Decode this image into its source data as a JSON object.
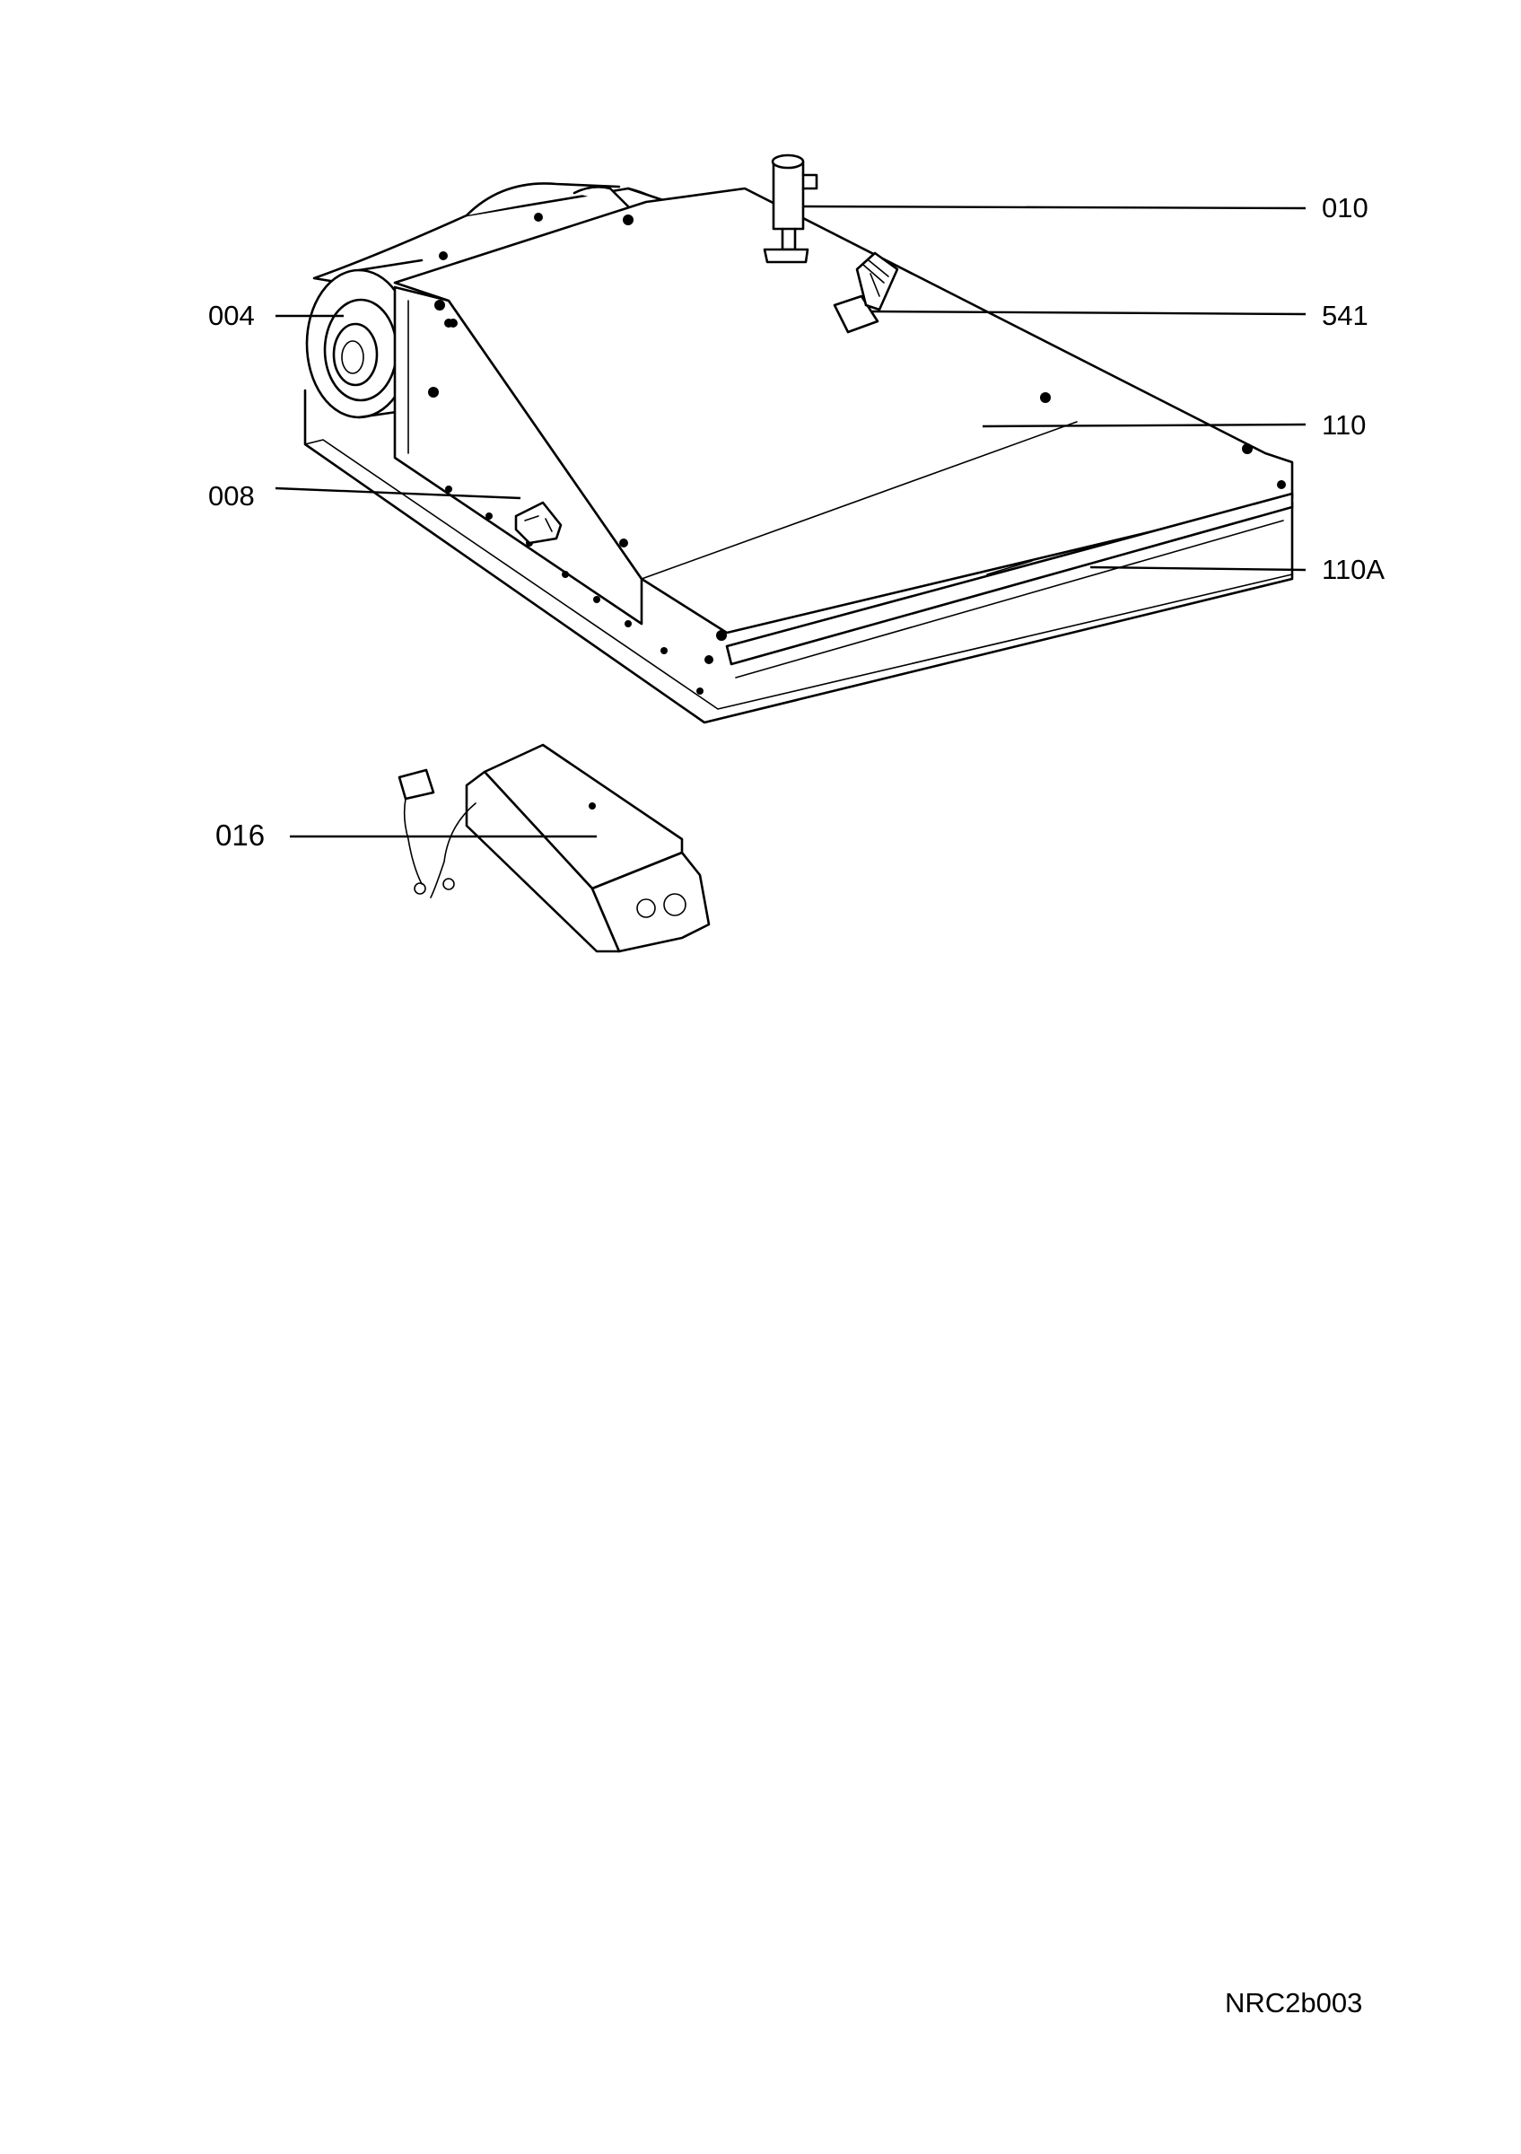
{
  "diagram": {
    "callouts": [
      {
        "id": "010",
        "label": "010"
      },
      {
        "id": "541",
        "label": "541"
      },
      {
        "id": "004",
        "label": "004"
      },
      {
        "id": "110",
        "label": "110"
      },
      {
        "id": "008",
        "label": "008"
      },
      {
        "id": "110A",
        "label": "110A"
      },
      {
        "id": "016",
        "label": "016"
      }
    ],
    "drawing_code": "NRC2b003"
  }
}
